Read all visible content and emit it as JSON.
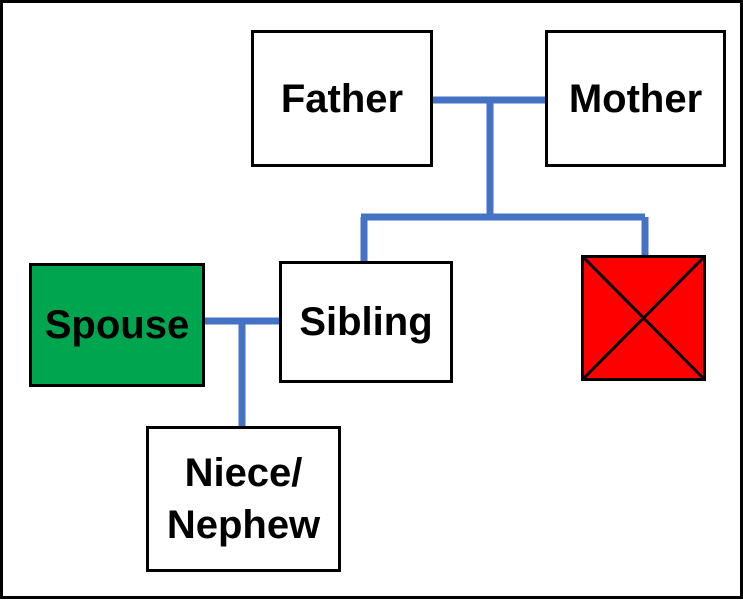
{
  "nodes": {
    "father": {
      "label": "Father"
    },
    "mother": {
      "label": "Mother"
    },
    "spouse": {
      "label": "Spouse"
    },
    "sibling": {
      "label": "Sibling"
    },
    "niece_nephew": {
      "line1": "Niece/",
      "line2": "Nephew"
    },
    "deceased_sibling": {
      "icon": "crossed-box-icon"
    }
  },
  "colors": {
    "connector": "#4472C4",
    "spouse_fill": "#00A550",
    "deceased_fill": "#FF0000",
    "border": "#000000",
    "background": "#FFFFFF"
  }
}
